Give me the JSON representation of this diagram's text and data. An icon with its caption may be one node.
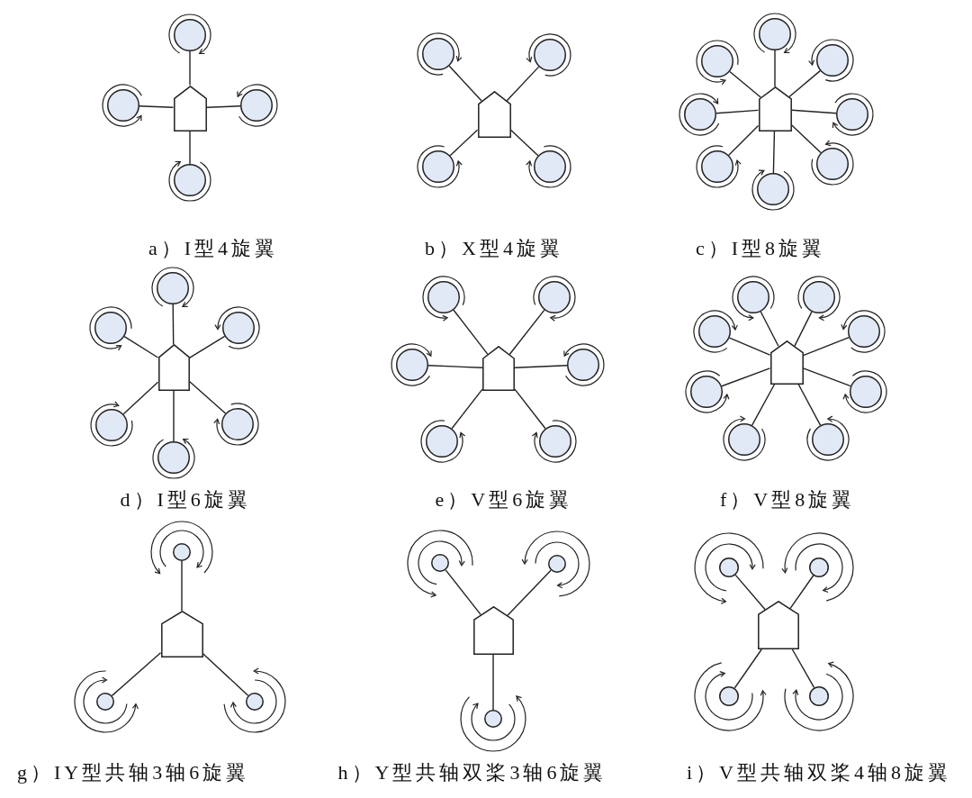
{
  "diagram": {
    "nodes": [
      {
        "text": [],
        "shape": "circle"
      },
      {
        "text": [],
        "shape": "circle"
      },
      {
        "text": [],
        "shape": "pentagon"
      },
      {
        "text": [],
        "shape": "circle"
      },
      {
        "text": [],
        "shape": "circle"
      },
      {
        "text": [],
        "shape": "circle"
      },
      {
        "text": [],
        "shape": "circle"
      },
      {
        "text": [],
        "shape": "pentagon"
      },
      {
        "text": [],
        "shape": "circle"
      },
      {
        "text": [],
        "shape": "circle"
      },
      {
        "text": [],
        "shape": "circle"
      },
      {
        "text": [],
        "shape": "circle"
      },
      {
        "text": [],
        "shape": "circle"
      },
      {
        "text": [],
        "shape": "circle"
      },
      {
        "text": [],
        "shape": "pentagon"
      },
      {
        "text": [],
        "shape": "circle"
      },
      {
        "text": [],
        "shape": "circle"
      },
      {
        "text": [],
        "shape": "circle"
      },
      {
        "text": [],
        "shape": "circle"
      },
      {
        "text": [],
        "shape": "circle"
      },
      {
        "text": [],
        "shape": "circle"
      },
      {
        "text": [],
        "shape": "circle"
      },
      {
        "text": [],
        "shape": "pentagon"
      },
      {
        "text": [],
        "shape": "circle"
      },
      {
        "text": [],
        "shape": "circle"
      },
      {
        "text": [],
        "shape": "circle"
      },
      {
        "text": [],
        "shape": "circle"
      },
      {
        "text": [],
        "shape": "circle"
      },
      {
        "text": [],
        "shape": "circle"
      },
      {
        "text": [],
        "shape": "pentagon"
      },
      {
        "text": [],
        "shape": "circle"
      },
      {
        "text": [],
        "shape": "circle"
      },
      {
        "text": [],
        "shape": "circle"
      },
      {
        "text": [],
        "shape": "circle"
      },
      {
        "text": [],
        "shape": "circle"
      },
      {
        "text": [],
        "shape": "circle"
      },
      {
        "text": [],
        "shape": "circle"
      },
      {
        "text": [],
        "shape": "pentagon"
      },
      {
        "text": [],
        "shape": "circle"
      },
      {
        "text": [],
        "shape": "circle"
      },
      {
        "text": [],
        "shape": "circle"
      },
      {
        "text": [],
        "shape": "circle"
      },
      {
        "text": [],
        "shape": "circle"
      },
      {
        "text": [],
        "shape": "pentagon"
      },
      {
        "text": [],
        "shape": "circle"
      },
      {
        "text": [],
        "shape": "circle"
      },
      {
        "text": [],
        "shape": "circle"
      },
      {
        "text": [],
        "shape": "circle"
      },
      {
        "text": [],
        "shape": "pentagon"
      },
      {
        "text": [],
        "shape": "circle"
      },
      {
        "text": [],
        "shape": "circle"
      },
      {
        "text": [],
        "shape": "circle"
      },
      {
        "text": [],
        "shape": "pentagon"
      },
      {
        "text": [],
        "shape": "circle"
      },
      {
        "text": [],
        "shape": "circle"
      }
    ],
    "edges": [
      {
        "from": 2,
        "to": 0,
        "arrow": "none"
      },
      {
        "from": 2,
        "to": 1,
        "arrow": "none"
      },
      {
        "from": 2,
        "to": 3,
        "arrow": "none"
      },
      {
        "from": 2,
        "to": 4,
        "arrow": "none"
      },
      {
        "from": 7,
        "to": 5,
        "arrow": "none"
      },
      {
        "from": 7,
        "to": 6,
        "arrow": "none"
      },
      {
        "from": 7,
        "to": 8,
        "arrow": "none"
      },
      {
        "from": 7,
        "to": 9,
        "arrow": "none"
      },
      {
        "from": 14,
        "to": 10,
        "arrow": "none"
      },
      {
        "from": 14,
        "to": 11,
        "arrow": "none"
      },
      {
        "from": 14,
        "to": 12,
        "arrow": "none"
      },
      {
        "from": 14,
        "to": 13,
        "arrow": "none"
      },
      {
        "from": 14,
        "to": 15,
        "arrow": "none"
      },
      {
        "from": 14,
        "to": 16,
        "arrow": "none"
      },
      {
        "from": 14,
        "to": 17,
        "arrow": "none"
      },
      {
        "from": 14,
        "to": 18,
        "arrow": "none"
      },
      {
        "from": 22,
        "to": 19,
        "arrow": "none"
      },
      {
        "from": 22,
        "to": 20,
        "arrow": "none"
      },
      {
        "from": 22,
        "to": 21,
        "arrow": "none"
      },
      {
        "from": 22,
        "to": 23,
        "arrow": "none"
      },
      {
        "from": 22,
        "to": 24,
        "arrow": "none"
      },
      {
        "from": 22,
        "to": 25,
        "arrow": "none"
      },
      {
        "from": 29,
        "to": 26,
        "arrow": "none"
      },
      {
        "from": 29,
        "to": 27,
        "arrow": "none"
      },
      {
        "from": 29,
        "to": 28,
        "arrow": "none"
      },
      {
        "from": 29,
        "to": 30,
        "arrow": "none"
      },
      {
        "from": 29,
        "to": 31,
        "arrow": "none"
      },
      {
        "from": 29,
        "to": 32,
        "arrow": "none"
      },
      {
        "from": 37,
        "to": 33,
        "arrow": "none"
      },
      {
        "from": 37,
        "to": 34,
        "arrow": "none"
      },
      {
        "from": 37,
        "to": 35,
        "arrow": "none"
      },
      {
        "from": 37,
        "to": 36,
        "arrow": "none"
      },
      {
        "from": 37,
        "to": 38,
        "arrow": "none"
      },
      {
        "from": 37,
        "to": 39,
        "arrow": "none"
      },
      {
        "from": 37,
        "to": 40,
        "arrow": "none"
      },
      {
        "from": 37,
        "to": 41,
        "arrow": "none"
      },
      {
        "from": 43,
        "to": 42,
        "arrow": "none"
      },
      {
        "from": 43,
        "to": 44,
        "arrow": "none"
      },
      {
        "from": 43,
        "to": 45,
        "arrow": "none"
      },
      {
        "from": 48,
        "to": 46,
        "arrow": "none"
      },
      {
        "from": 48,
        "to": 47,
        "arrow": "none"
      },
      {
        "from": 48,
        "to": 49,
        "arrow": "none"
      },
      {
        "from": 52,
        "to": 50,
        "arrow": "none"
      },
      {
        "from": 52,
        "to": 51,
        "arrow": "none"
      },
      {
        "from": 52,
        "to": 53,
        "arrow": "none"
      },
      {
        "from": 52,
        "to": 54,
        "arrow": "none"
      }
    ],
    "labels": [
      "a）I型4旋翼",
      "b）X型4旋翼",
      "c）I型8旋翼",
      "d）I型6旋翼",
      "e）V型6旋翼",
      "f）V型8旋翼",
      "g）IY型共轴3轴6旋翼",
      "h）Y型共轴双桨3轴6旋翼",
      "i）V型共轴双桨4轴8旋翼"
    ]
  }
}
